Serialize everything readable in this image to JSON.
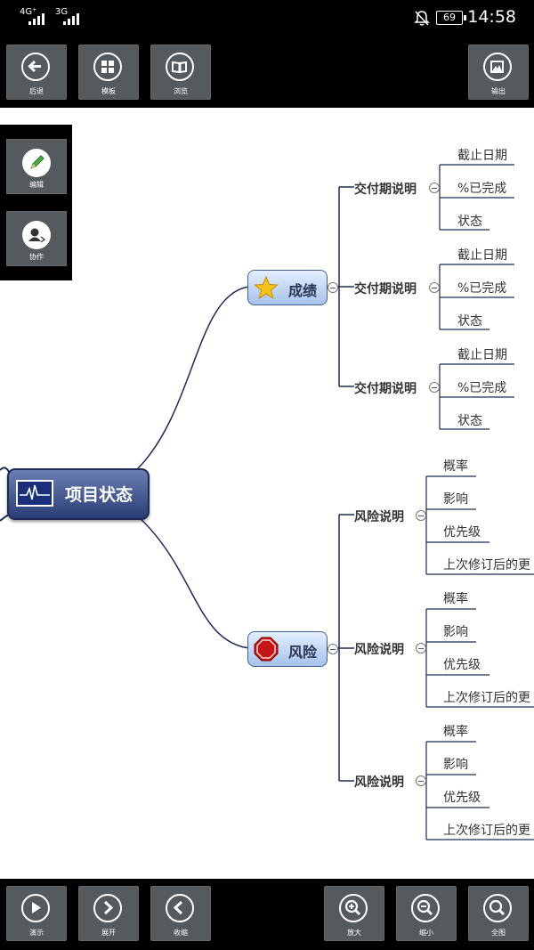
{
  "status_bar": {
    "network1": "4G⁺",
    "network2": "3G",
    "battery": "69",
    "time": "14:58"
  },
  "top_toolbar": {
    "back": "后退",
    "template": "模板",
    "browse": "浏览",
    "export": "输出"
  },
  "side_panel": {
    "edit": "编辑",
    "collaborate": "协作"
  },
  "bottom_toolbar": {
    "present": "演示",
    "expand": "展开",
    "collapse": "收缩",
    "zoom_in": "放大",
    "zoom_out": "缩小",
    "fit": "全图"
  },
  "mindmap": {
    "central": "项目状态",
    "branches": [
      {
        "label": "成绩",
        "icon": "star-icon",
        "subtopics": [
          {
            "label": "交付期说明",
            "leaves": [
              "截止日期",
              "%已完成",
              "状态"
            ]
          },
          {
            "label": "交付期说明",
            "leaves": [
              "截止日期",
              "%已完成",
              "状态"
            ]
          },
          {
            "label": "交付期说明",
            "leaves": [
              "截止日期",
              "%已完成",
              "状态"
            ]
          }
        ]
      },
      {
        "label": "风险",
        "icon": "stop-sign-icon",
        "subtopics": [
          {
            "label": "风险说明",
            "leaves": [
              "概率",
              "影响",
              "优先级",
              "上次修订后的更"
            ]
          },
          {
            "label": "风险说明",
            "leaves": [
              "概率",
              "影响",
              "优先级",
              "上次修订后的更"
            ]
          },
          {
            "label": "风险说明",
            "leaves": [
              "概率",
              "影响",
              "优先级",
              "上次修订后的更"
            ]
          }
        ]
      }
    ]
  },
  "colors": {
    "toolbar_bg": "#000000",
    "button_bg": "#555a5f",
    "canvas_bg": "#ffffff",
    "line": "#1d2a55"
  }
}
